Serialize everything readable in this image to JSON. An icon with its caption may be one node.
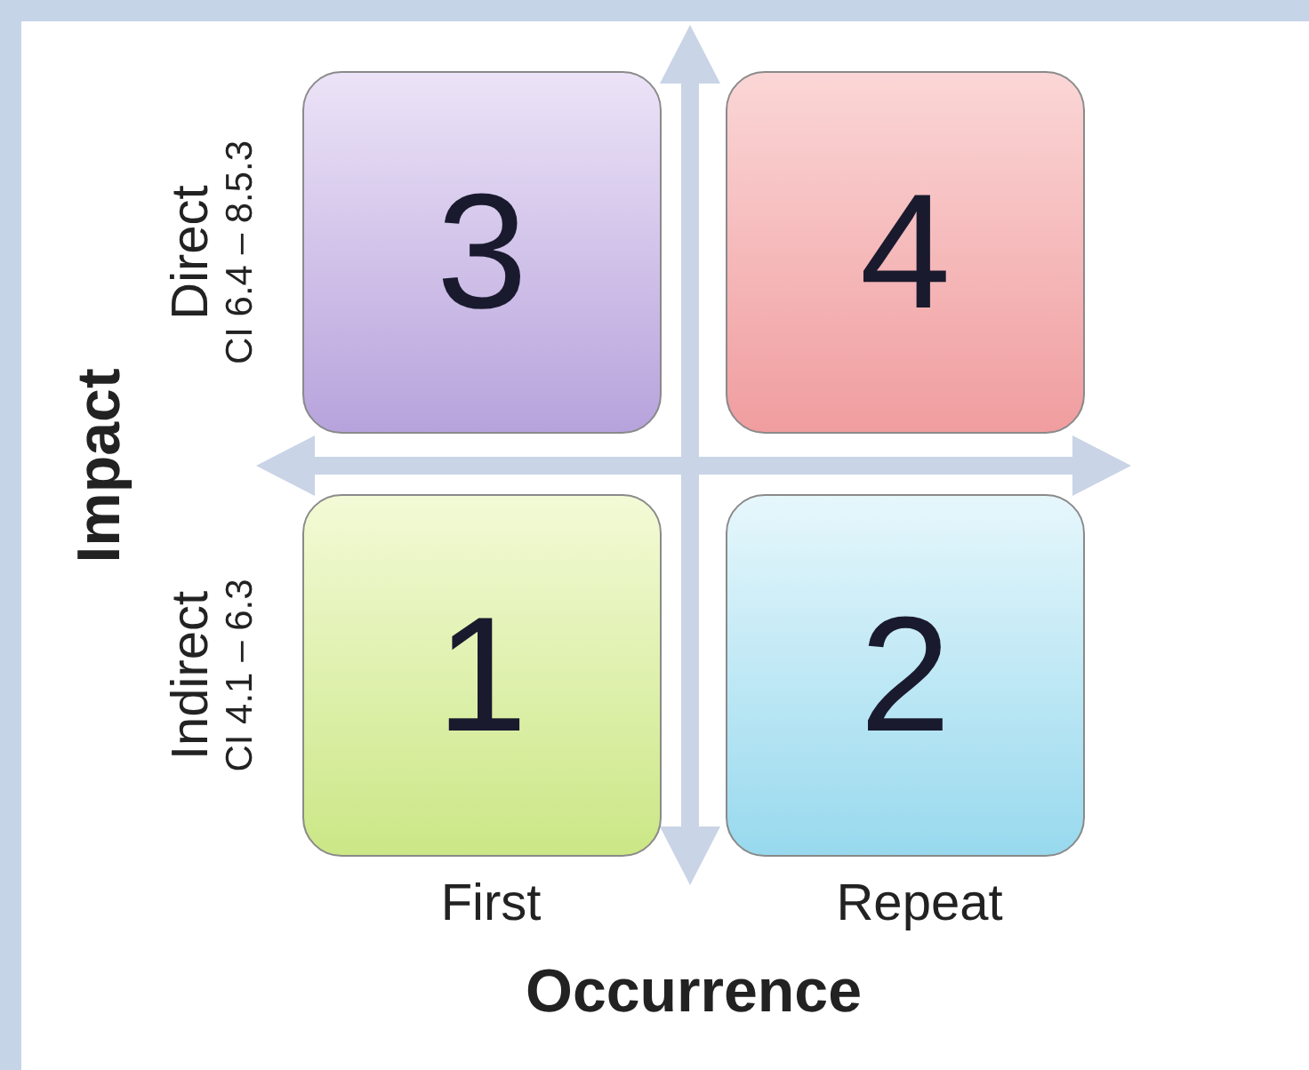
{
  "diagram": {
    "nodes": [
      {
        "text": [
          "3"
        ]
      },
      {
        "text": [
          "4"
        ]
      },
      {
        "text": [
          "1"
        ]
      },
      {
        "text": [
          "2"
        ]
      }
    ],
    "labels": [
      "Direct",
      "CI 6.4 – 8.5.3",
      "Indirect",
      "CI 4.1 – 6.3",
      "Impact",
      "First",
      "Repeat",
      "Occurrence"
    ]
  }
}
